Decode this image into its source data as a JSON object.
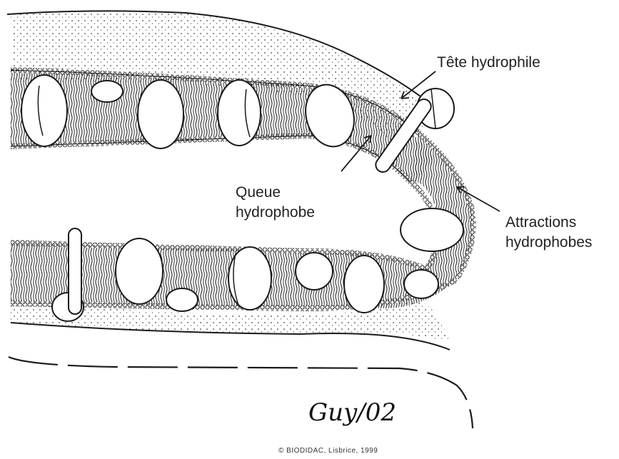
{
  "labels": {
    "head": "Tête hydrophile",
    "tail_line1": "Queue",
    "tail_line2": "hydrophobe",
    "attraction_line1": "Attractions",
    "attraction_line2": "hydrophobes"
  },
  "signature": "Guy/02",
  "credit": "© BIODIDAC, Lisbrice, 1999",
  "colors": {
    "ink": "#1a1a1a",
    "paper": "#ffffff"
  }
}
